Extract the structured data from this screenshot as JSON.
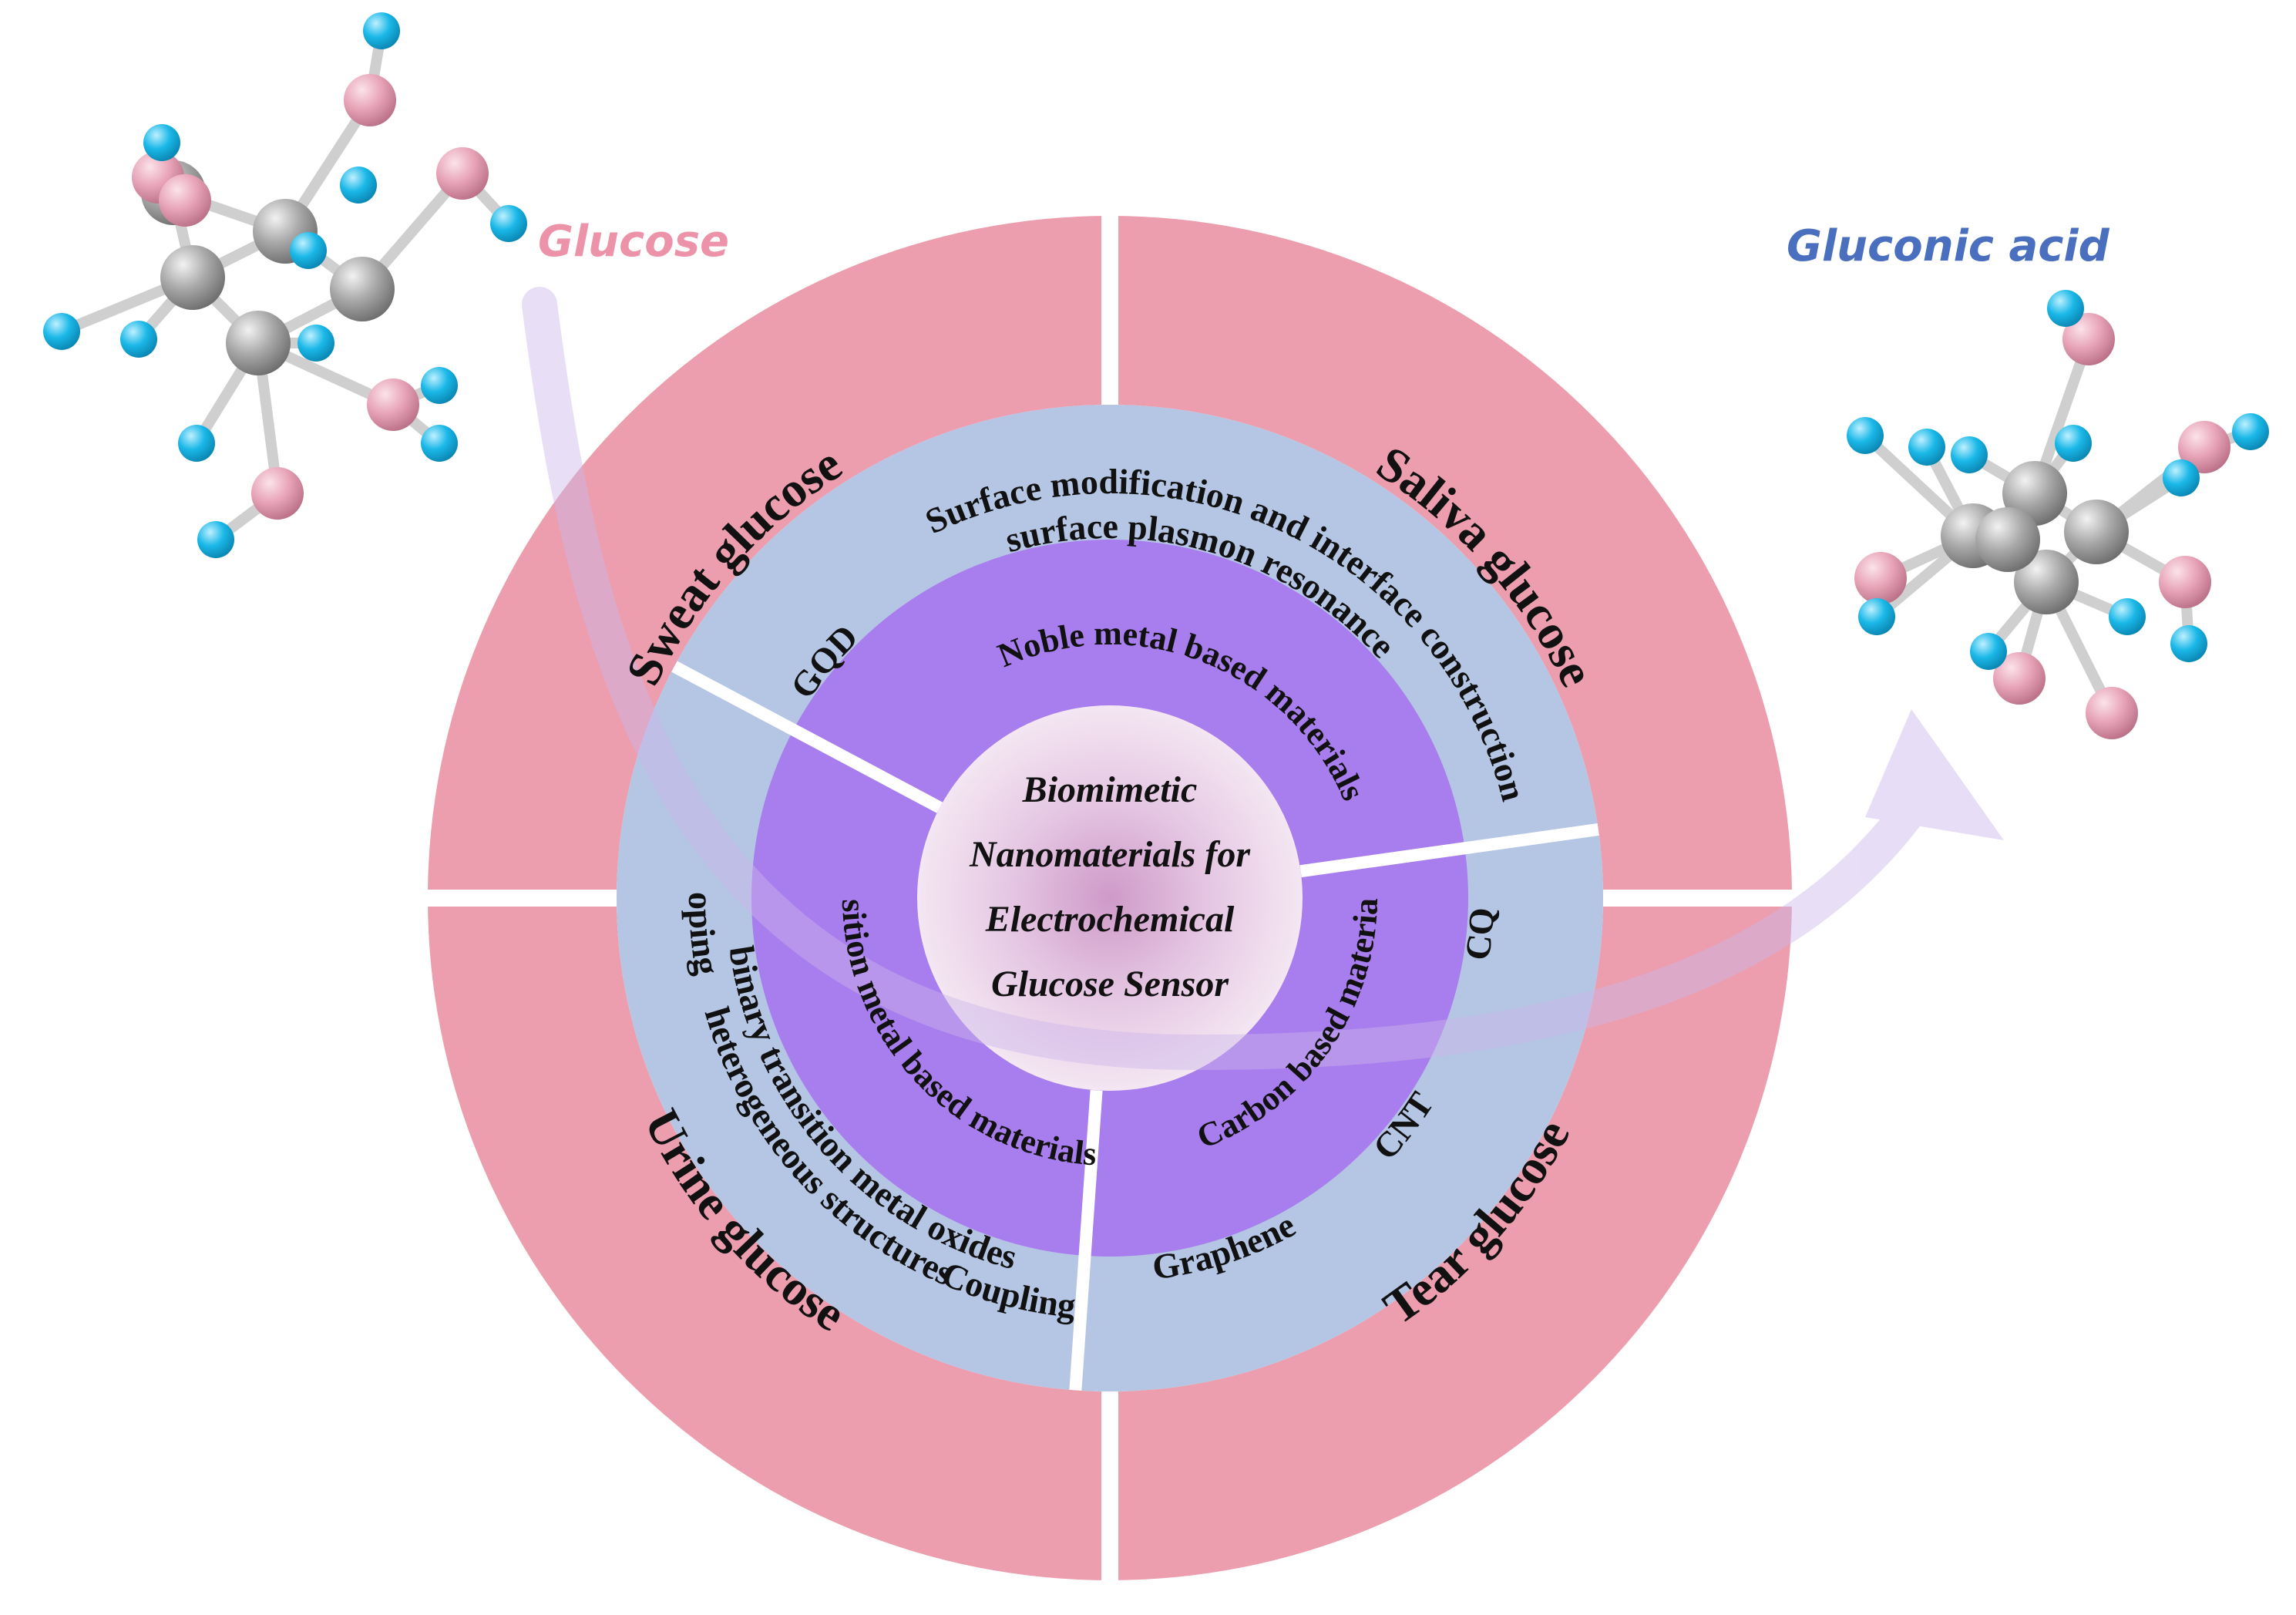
{
  "center_title": {
    "line1": "Biomimetic",
    "line2": "Nanomaterials for",
    "line3": "Electrochemical",
    "line4": "Glucose Sensor"
  },
  "molecules": {
    "left_label": "Glucose",
    "right_label": "Gluconic acid"
  },
  "outer_ring": {
    "sweat": "Sweat glucose",
    "saliva": "Saliva glucose",
    "urine": "Urine glucose",
    "tear": "Tear glucose"
  },
  "inner_ring": {
    "noble": "Noble metal based materials",
    "transition": "Transition metal based materials",
    "carbon": "Carbon based materials"
  },
  "middle_ring": {
    "surface_mod": "Surface modification and interface construction",
    "plasmon": "surface plasmon resonance",
    "doping": "doping",
    "hetero": "heterogeneous structures",
    "binary": "binary transition metal oxides",
    "coupling": "Coupling",
    "gqd": "GQD",
    "cqd": "CQD",
    "cnt": "CNT",
    "graphene": "Graphene"
  },
  "colors": {
    "outer_ring": "#ec9eae",
    "middle_ring": "#b5c5e4",
    "inner_ring": "#a87ded",
    "glucose_label": "#ec93aa",
    "gluconic_label": "#4a6fbf",
    "oxygen_atom": "#e8a4b8",
    "hydrogen_atom": "#1ab8e8",
    "carbon_atom": "#a6a6a6"
  }
}
